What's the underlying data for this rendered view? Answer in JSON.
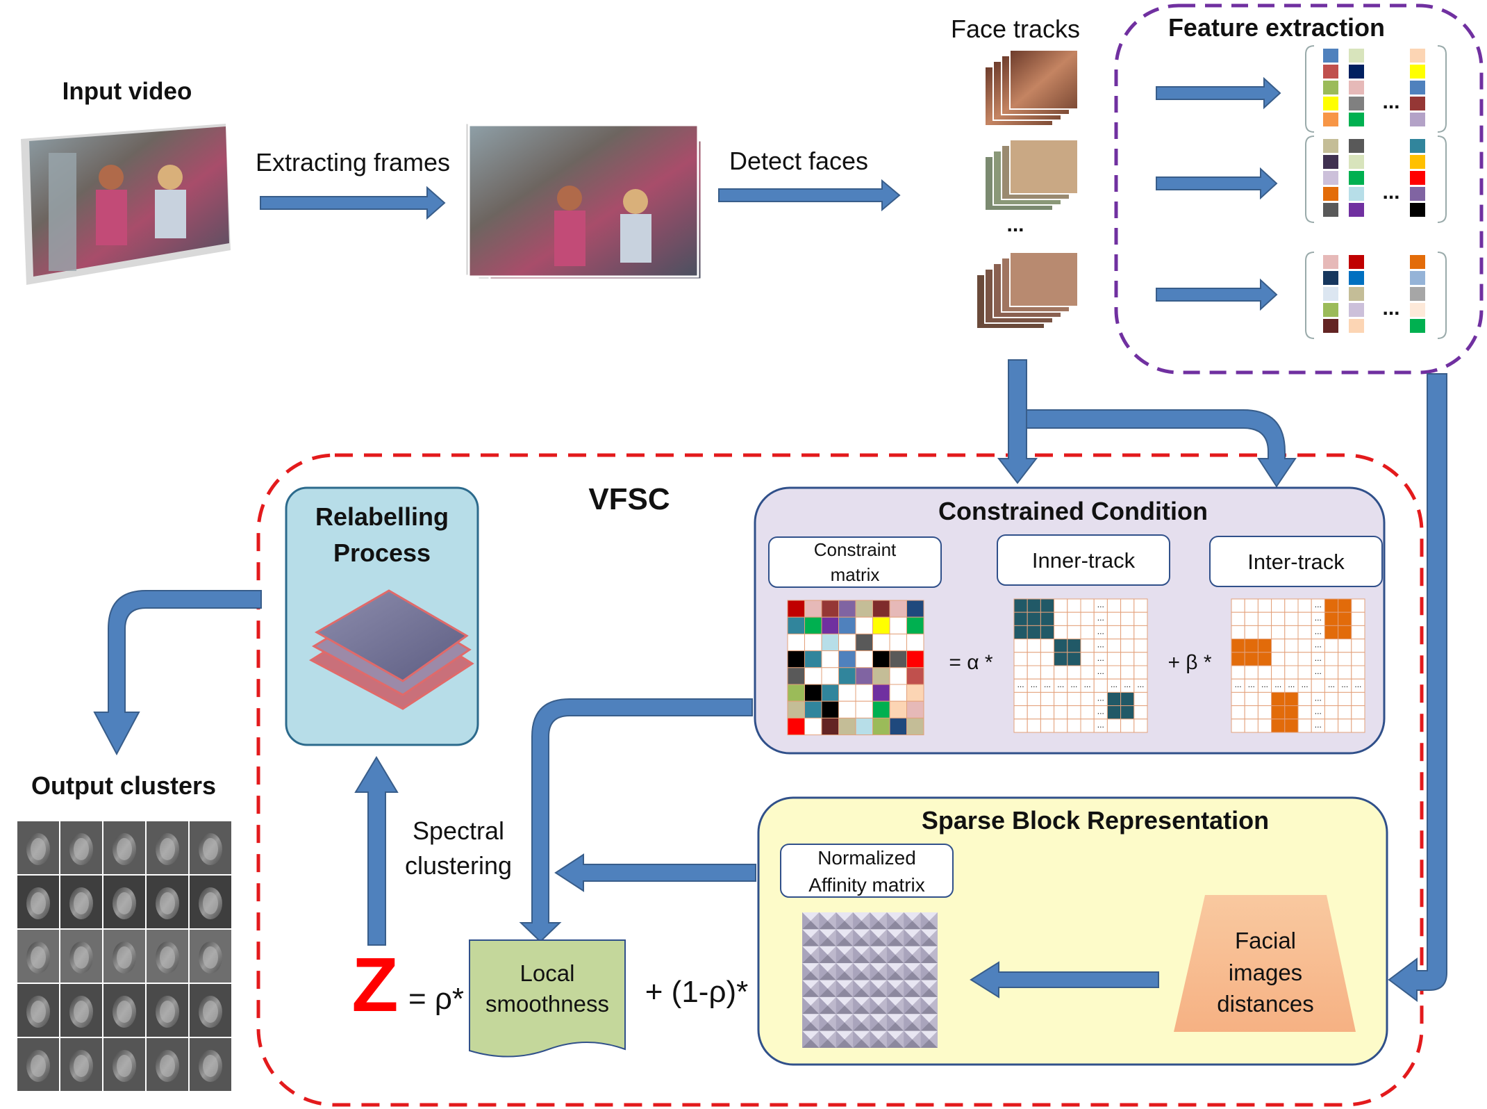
{
  "labels": {
    "input_video": "Input video",
    "extracting_frames": "Extracting frames",
    "detect_faces": "Detect faces",
    "face_tracks": "Face tracks",
    "face_tracks_ellipsis": "...",
    "feature_extraction": "Feature extraction",
    "vfsc": "VFSC",
    "relabelling": [
      "Relabelling",
      "Process"
    ],
    "output_clusters": "Output clusters",
    "constrained_condition": "Constrained Condition",
    "constraint_matrix": [
      "Constraint",
      "matrix"
    ],
    "inner_track": "Inner-track",
    "inter_track": "Inter-track",
    "eq_alpha": "= α *",
    "eq_beta": "+ β *",
    "sparse_block": "Sparse Block Representation",
    "normalized_affinity": [
      "Normalized",
      "Affinity matrix"
    ],
    "facial_distances": [
      "Facial",
      "images",
      "distances"
    ],
    "spectral_clustering": [
      "Spectral",
      "clustering"
    ],
    "z": "Z",
    "eq_rho": "= ρ*",
    "local_smoothness": [
      "Local",
      "smoothness"
    ],
    "eq_one_minus_rho": "+ (1-ρ)*",
    "feature_ellipsis": "...",
    "matrix_ellipsis": "..."
  },
  "colors": {
    "arrow": "#4f81bd",
    "arrow_stroke": "#385d8a",
    "vfsc_border": "#e31a1c",
    "feature_border": "#7030a0",
    "z_color": "#ff0000",
    "relabel_fill": "#b7dde8",
    "constrained_fill": "#e5dfee",
    "sparse_fill": "#fdfbc9",
    "local_fill": "#c4d79b",
    "distance_fill": "#fac090",
    "inner_block": "#215967",
    "inter_block": "#e26b0a"
  },
  "feature_vectors": [
    {
      "col1": [
        "#4f81bd",
        "#c0504d",
        "#9bbb59",
        "#ffff00",
        "#f79646"
      ],
      "col2": [
        "#d8e4bc",
        "#002060",
        "#e6b9b8",
        "#808080",
        "#00b050"
      ],
      "col3": [
        "#fcd5b4",
        "#ffff00",
        "#4f81bd",
        "#953735",
        "#b3a2c7"
      ]
    },
    {
      "col1": [
        "#c4bd97",
        "#403151",
        "#ccc0da",
        "#e36c09",
        "#595959"
      ],
      "col2": [
        "#595959",
        "#d8e4bc",
        "#00b050",
        "#b7dee8",
        "#7030a0"
      ],
      "col3": [
        "#31859c",
        "#ffc000",
        "#ff0000",
        "#8064a2",
        "#000000"
      ]
    },
    {
      "col1": [
        "#e6b9b8",
        "#17375e",
        "#dce6f1",
        "#9bbb59",
        "#632423"
      ],
      "col2": [
        "#c00000",
        "#0070c0",
        "#c4bd97",
        "#ccc0da",
        "#fcd5b4"
      ],
      "col3": [
        "#e36c09",
        "#95b3d7",
        "#a6a6a6",
        "#fde9d9",
        "#00b050"
      ]
    }
  ],
  "constraint_grid": [
    [
      "#c00000",
      "#e6b9b8",
      "#953735",
      "#8064a2",
      "#c4bd97",
      "#7f2c2c",
      "#e6b9b8",
      "#1f497d"
    ],
    [
      "#31859c",
      "#00b050",
      "#7030a0",
      "#4f81bd",
      "#ffffff",
      "#ffff00",
      "#ffffff",
      "#00b050"
    ],
    [
      "#ffffff",
      "#ffffff",
      "#b7dee8",
      "#ffffff",
      "#595959",
      "#ffffff",
      "#ffffff",
      "#ffffff"
    ],
    [
      "#000000",
      "#31859c",
      "#ffffff",
      "#4f81bd",
      "#ffffff",
      "#000000",
      "#595959",
      "#ff0000"
    ],
    [
      "#595959",
      "#ffffff",
      "#ffffff",
      "#31859c",
      "#8064a2",
      "#c4bd97",
      "#ffffff",
      "#c0504d"
    ],
    [
      "#9bbb59",
      "#000000",
      "#31859c",
      "#ffffff",
      "#ffffff",
      "#7030a0",
      "#ffffff",
      "#fcd5b4"
    ],
    [
      "#c4bd97",
      "#31859c",
      "#000000",
      "#ffffff",
      "#ffffff",
      "#00b050",
      "#fcd5b4",
      "#e6b9b8"
    ],
    [
      "#ff0000",
      "#ffffff",
      "#632423",
      "#c4bd97",
      "#b7dee8",
      "#9bbb59",
      "#1f497d",
      "#c4bd97"
    ]
  ]
}
